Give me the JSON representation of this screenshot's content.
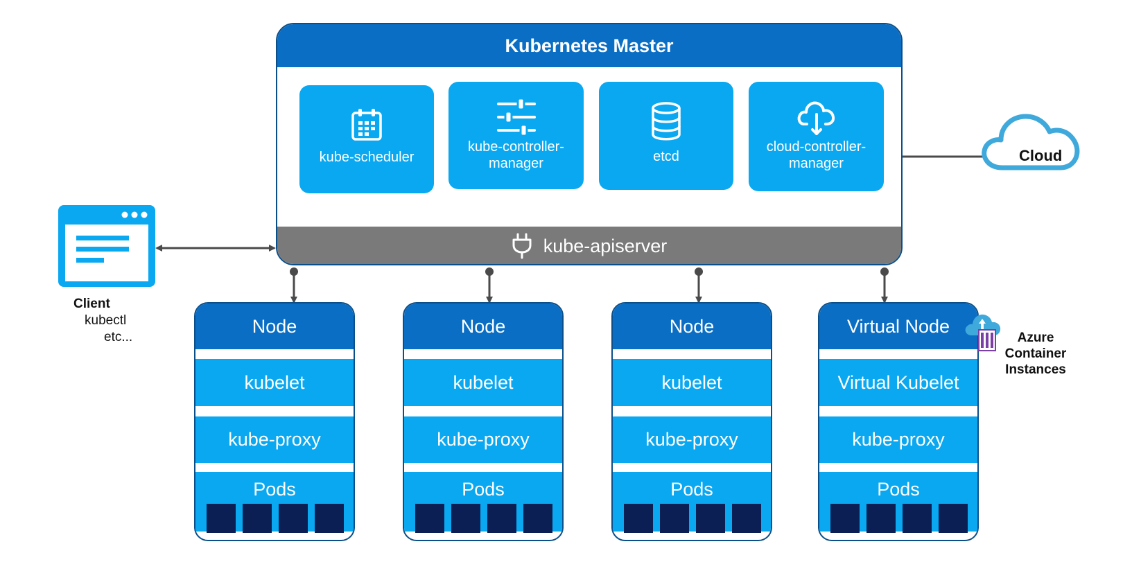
{
  "master": {
    "title": "Kubernetes Master",
    "components": [
      {
        "label": "kube-scheduler",
        "icon": "calendar-icon"
      },
      {
        "label": "kube-controller-\nmanager",
        "icon": "sliders-icon"
      },
      {
        "label": "etcd",
        "icon": "database-icon"
      },
      {
        "label": "cloud-controller-\nmanager",
        "icon": "cloud-upload-icon"
      }
    ],
    "apiserver": {
      "label": "kube-apiserver",
      "icon": "plug-icon"
    }
  },
  "cloud": {
    "label": "Cloud",
    "icon": "cloud-icon"
  },
  "client": {
    "title": "Client",
    "line1": "kubectl",
    "line2": "etc...",
    "icon": "browser-window-icon"
  },
  "nodes": [
    {
      "title": "Node",
      "agent": "kubelet",
      "proxy": "kube-proxy",
      "pods": "Pods"
    },
    {
      "title": "Node",
      "agent": "kubelet",
      "proxy": "kube-proxy",
      "pods": "Pods"
    },
    {
      "title": "Node",
      "agent": "kubelet",
      "proxy": "kube-proxy",
      "pods": "Pods"
    },
    {
      "title": "Virtual Node",
      "agent": "Virtual Kubelet",
      "proxy": "kube-proxy",
      "pods": "Pods"
    }
  ],
  "aci": {
    "line1": "Azure",
    "line2": "Container",
    "line3": "Instances",
    "icon": "container-instances-icon"
  },
  "colors": {
    "master_header": "#0a6ec4",
    "component": "#0aa8f0",
    "apiserver": "#7a7a7a",
    "pod": "#0b1f55",
    "connector": "#4a4a4a",
    "cloud_outline": "#3fa9dc"
  }
}
